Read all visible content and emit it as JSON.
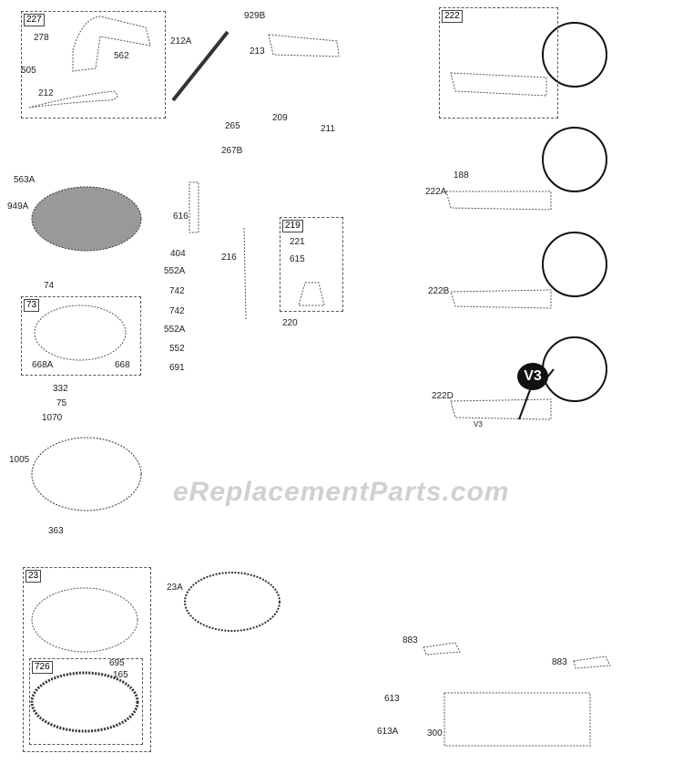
{
  "watermark": "eReplacementParts.com",
  "badge": "V3",
  "kits": {
    "k227": "227",
    "k222": "222",
    "k219": "219",
    "k73": "73",
    "k23": "23",
    "k726": "726"
  },
  "parts": {
    "p278": "278",
    "p505": "505",
    "p562": "562",
    "p212": "212",
    "p212A": "212A",
    "p929B": "929B",
    "p213": "213",
    "p265": "265",
    "p209": "209",
    "p211": "211",
    "p267B": "267B",
    "p188": "188",
    "p222A": "222A",
    "p222B": "222B",
    "p222D": "222D",
    "p563A": "563A",
    "p949A": "949A",
    "p616": "616",
    "p404": "404",
    "p552A_1": "552A",
    "p742_1": "742",
    "p742_2": "742",
    "p552A_2": "552A",
    "p552": "552",
    "p691": "691",
    "p216": "216",
    "p221": "221",
    "p615": "615",
    "p220": "220",
    "p74": "74",
    "p668A": "668A",
    "p668": "668",
    "p332": "332",
    "p75": "75",
    "p1070": "1070",
    "p1005": "1005",
    "p363": "363",
    "p695": "695",
    "p165": "165",
    "p23A": "23A",
    "p883_1": "883",
    "p883_2": "883",
    "p613": "613",
    "p613A": "613A",
    "p300": "300",
    "v3_small": "V3"
  }
}
